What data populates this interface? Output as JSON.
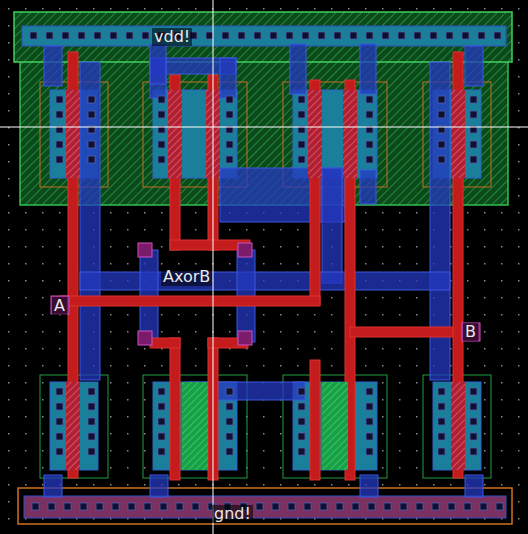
{
  "diagram": {
    "labels": [
      "vdd!",
      "AxorB",
      "A",
      "B",
      "gnd!"
    ]
  }
}
